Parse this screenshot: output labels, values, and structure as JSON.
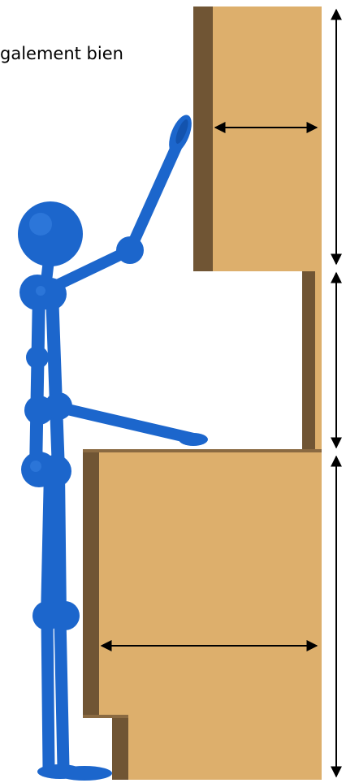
{
  "caption": "galement bien",
  "colors": {
    "cabinet_front": "#DDAF6C",
    "cabinet_side": "#705534",
    "figure": "#1C66CC",
    "figure_shade": "#0E4699",
    "arrow": "#000000",
    "background": "#FFFFFF"
  },
  "icons": {
    "figure": "human-figure",
    "upper_cabinet": "wall-cabinet",
    "lower_cabinet": "base-cabinet",
    "dimension_arrows": "double-headed-arrow"
  }
}
